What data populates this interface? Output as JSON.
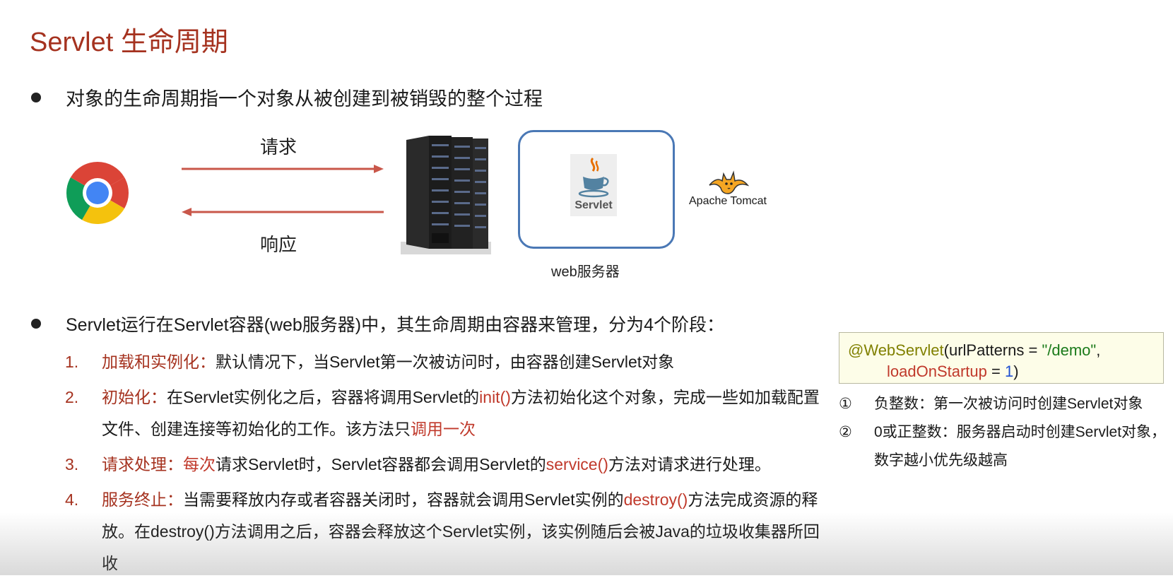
{
  "title": "Servlet 生命周期",
  "bullet1": "对象的生命周期指一个对象从被创建到被销毁的整个过程",
  "diagram": {
    "request_label": "请求",
    "response_label": "响应",
    "web_server_label": "web服务器",
    "servlet_logo_text": "Servlet",
    "tomcat_label": "Apache Tomcat"
  },
  "bullet2": "Servlet运行在Servlet容器(web服务器)中，其生命周期由容器来管理，分为4个阶段：",
  "steps": [
    {
      "num": "1.",
      "title": "加载和实例化：",
      "parts": [
        "默认情况下，当Servlet第一次被访问时，由容器创建Servlet对象"
      ]
    },
    {
      "num": "2.",
      "title": "初始化：",
      "parts": [
        "在Servlet实例化之后，容器将调用Servlet的",
        "init()",
        "方法初始化这个对象，完成一些如加载配置文件、创建连接等初始化的工作。该方法只",
        "调用一次"
      ]
    },
    {
      "num": "3.",
      "title": "请求处理：",
      "parts": [
        "每次",
        "请求Servlet时，Servlet容器都会调用Servlet的",
        "service()",
        "方法对请求进行处理。"
      ]
    },
    {
      "num": "4.",
      "title": "服务终止：",
      "parts": [
        "当需要释放内存或者容器关闭时，容器就会调用Servlet实例的",
        "destroy()",
        "方法完成资源的释放。在destroy()方法调用之后，容器会释放这个Servlet实例，该实例随后会被Java的垃圾收集器所回收"
      ]
    }
  ],
  "code": {
    "annotation": "@WebServlet",
    "open_paren": "(",
    "key1": "urlPatterns",
    "eq1": " = ",
    "val1": "\"/demo\"",
    "comma": ",",
    "key2": "loadOnStartup",
    "eq2": " = ",
    "val2": "1",
    "close_paren": ")"
  },
  "notes": [
    {
      "num": "①",
      "text": "负整数：第一次被访问时创建Servlet对象"
    },
    {
      "num": "②",
      "text": "0或正整数：服务器启动时创建Servlet对象，数字越小优先级越高"
    }
  ],
  "colors": {
    "title": "#a5321f",
    "highlight": "#c0392b",
    "arrow": "#c9574a",
    "box_border": "#4a78b5"
  }
}
